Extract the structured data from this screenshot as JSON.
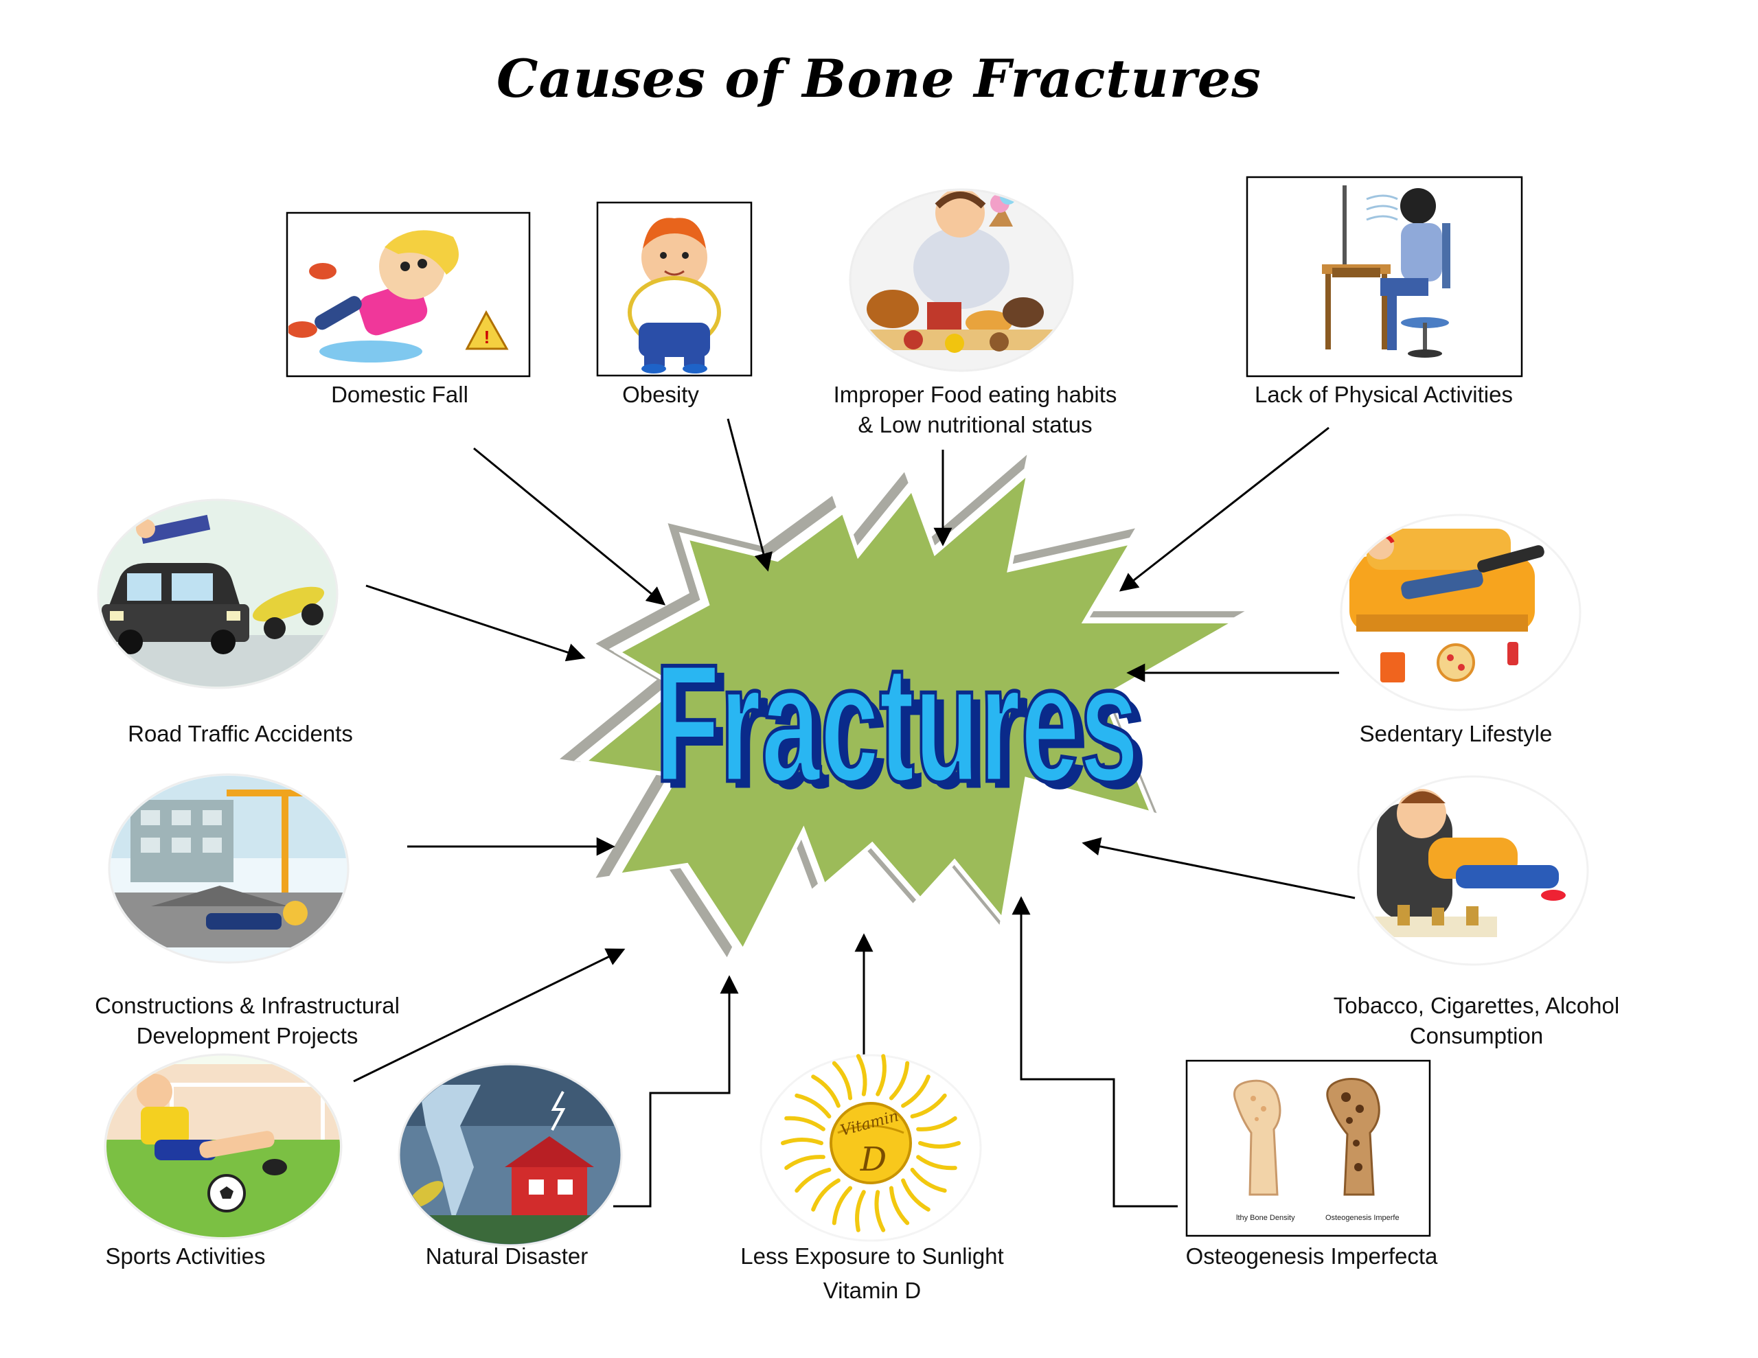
{
  "title": "Causes of Bone Fractures",
  "center": {
    "text": "Fractures",
    "burst_color": "#9cbb59",
    "text_color": "#29b6f2"
  },
  "causes": [
    {
      "id": "domestic-fall",
      "label": "Domestic Fall",
      "icon": "falling-child-icon"
    },
    {
      "id": "obesity",
      "label": "Obesity",
      "icon": "obese-boy-icon"
    },
    {
      "id": "improper-food",
      "label": "Improper Food eating habits",
      "label2": "& Low nutritional status",
      "icon": "overeating-man-icon"
    },
    {
      "id": "lack-physical",
      "label": "Lack of Physical Activities",
      "icon": "desk-worker-icon"
    },
    {
      "id": "road-traffic",
      "label": "Road Traffic Accidents",
      "icon": "car-accident-icon"
    },
    {
      "id": "sedentary",
      "label": "Sedentary Lifestyle",
      "icon": "couch-lounging-icon"
    },
    {
      "id": "construction",
      "label": "Constructions & Infrastructural",
      "label2": "Development Projects",
      "icon": "collapsed-building-icon"
    },
    {
      "id": "tobacco",
      "label": "Tobacco, Cigarettes, Alcohol",
      "label2": "Consumption",
      "icon": "armchair-drinking-icon"
    },
    {
      "id": "sports",
      "label": "Sports Activities",
      "icon": "injured-footballer-icon"
    },
    {
      "id": "natural-disaster",
      "label": "Natural Disaster",
      "icon": "tornado-house-icon"
    },
    {
      "id": "sunlight",
      "label": "Less Exposure to Sunlight",
      "label2": "Vitamin D",
      "icon": "vitamin-d-sun-icon"
    },
    {
      "id": "osteogenesis",
      "label": "Osteogenesis Imperfecta",
      "icon": "bone-density-icon",
      "caption_left": "lthy Bone Density",
      "caption_right": "Osteogenesis Imperfe"
    }
  ]
}
